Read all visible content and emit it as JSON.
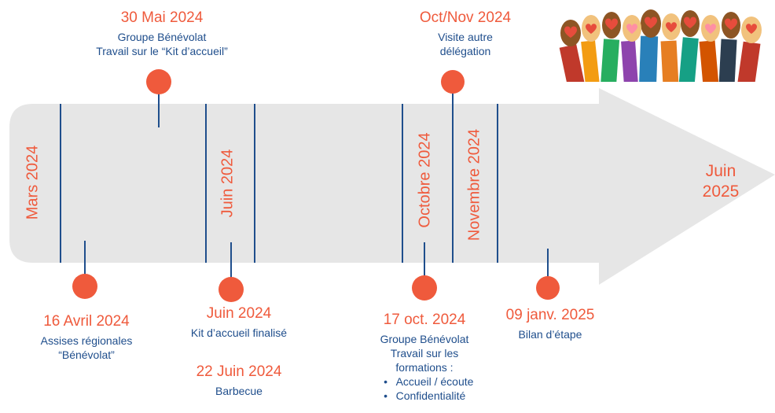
{
  "timeline": {
    "months": [
      {
        "id": "mars-2024",
        "label": "Mars 2024"
      },
      {
        "id": "juin-2024",
        "label": "Juin 2024"
      },
      {
        "id": "octobre-2024",
        "label": "Octobre 2024"
      },
      {
        "id": "novembre-2024",
        "label": "Novembre 2024"
      }
    ],
    "end_label": "Juin\n2025",
    "events": [
      {
        "id": "30-mai",
        "date": "30 Mai 2024",
        "lines": [
          "Groupe Bénévolat",
          "Travail sur le “Kit d’accueil”"
        ]
      },
      {
        "id": "oct-nov",
        "date": "Oct/Nov 2024",
        "lines": [
          "Visite autre",
          "délégation"
        ]
      },
      {
        "id": "16-avril",
        "date": "16 Avril 2024",
        "lines": [
          "Assises régionales",
          "“Bénévolat”"
        ]
      },
      {
        "id": "juin-2024",
        "date": "Juin 2024",
        "lines": [
          "Kit d’accueil finalisé"
        ]
      },
      {
        "id": "22-juin",
        "date": "22 Juin 2024",
        "lines": [
          "Barbecue"
        ]
      },
      {
        "id": "17-oct",
        "date": "17 oct. 2024",
        "lines": [
          "Groupe Bénévolat",
          "Travail sur les",
          "formations :"
        ],
        "bullets": [
          "Accueil / écoute",
          "Confidentialité"
        ]
      },
      {
        "id": "09-janv",
        "date": "09 janv. 2025",
        "lines": [
          "Bilan d’étape"
        ]
      }
    ]
  },
  "colors": {
    "arrow": "#e6e6e6",
    "accent": "#ef5a3c",
    "text": "#1f4e8c"
  },
  "image": {
    "name": "raised-hands-hearts-illustration"
  }
}
